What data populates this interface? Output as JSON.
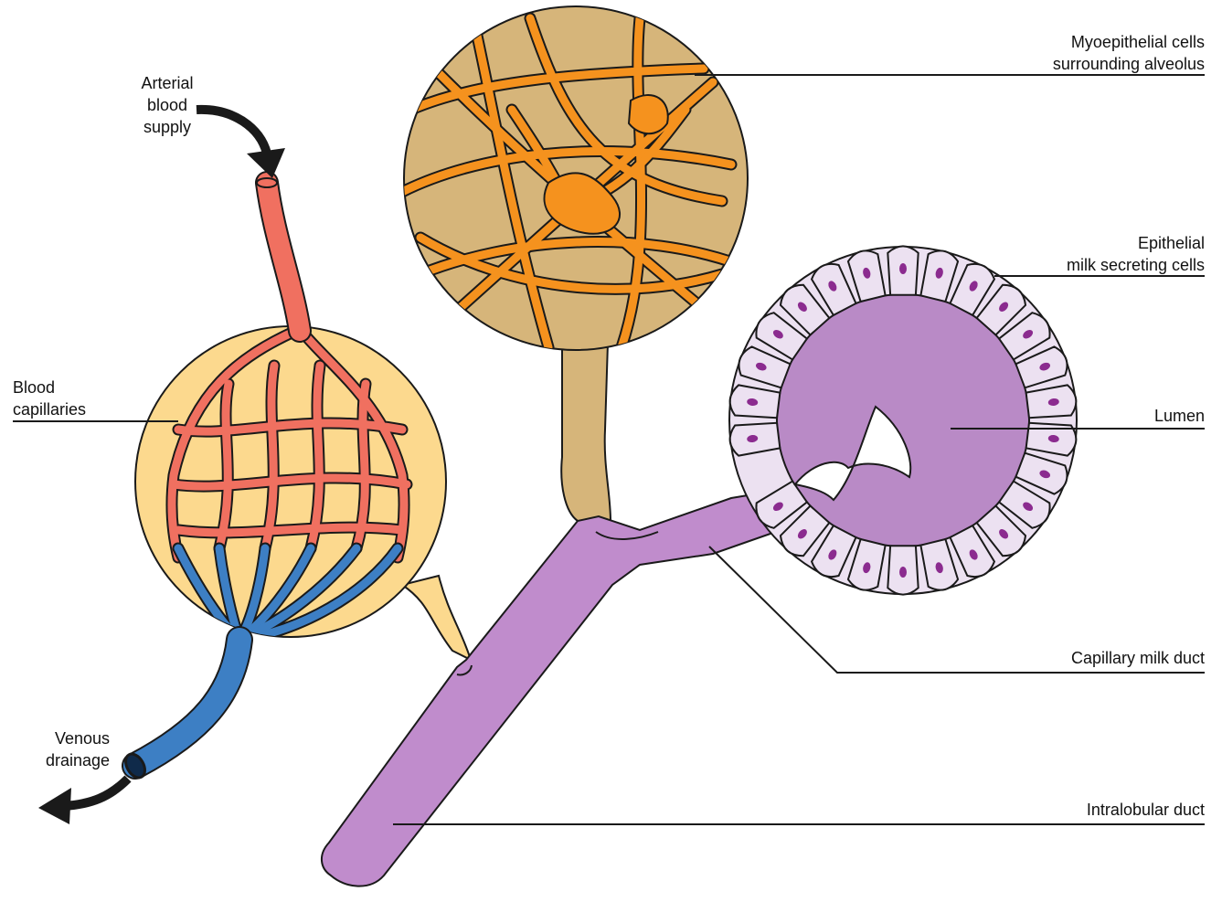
{
  "labels": {
    "arterial": [
      "Arterial",
      "blood",
      "supply"
    ],
    "blood_capillaries": [
      "Blood",
      "capillaries"
    ],
    "venous": [
      "Venous",
      "drainage"
    ],
    "myoepithelial": [
      "Myoepithelial cells",
      "surrounding alveolus"
    ],
    "epithelial": [
      "Epithelial",
      "milk secreting cells"
    ],
    "lumen": "Lumen",
    "capillary_milk_duct": "Capillary milk duct",
    "intralobular_duct": "Intralobular duct"
  },
  "colors": {
    "artery": "#f07060",
    "vein": "#3d7fc4",
    "capillary_bed": "#fcd98e",
    "alveolus_tan": "#d6b57a",
    "myoepithelial": "#f5921e",
    "duct": "#c08ccc",
    "lumen": "#b98ac6",
    "cell": "#ece1f1",
    "nucleus": "#8b2b8f",
    "outline": "#1a1a1a"
  }
}
